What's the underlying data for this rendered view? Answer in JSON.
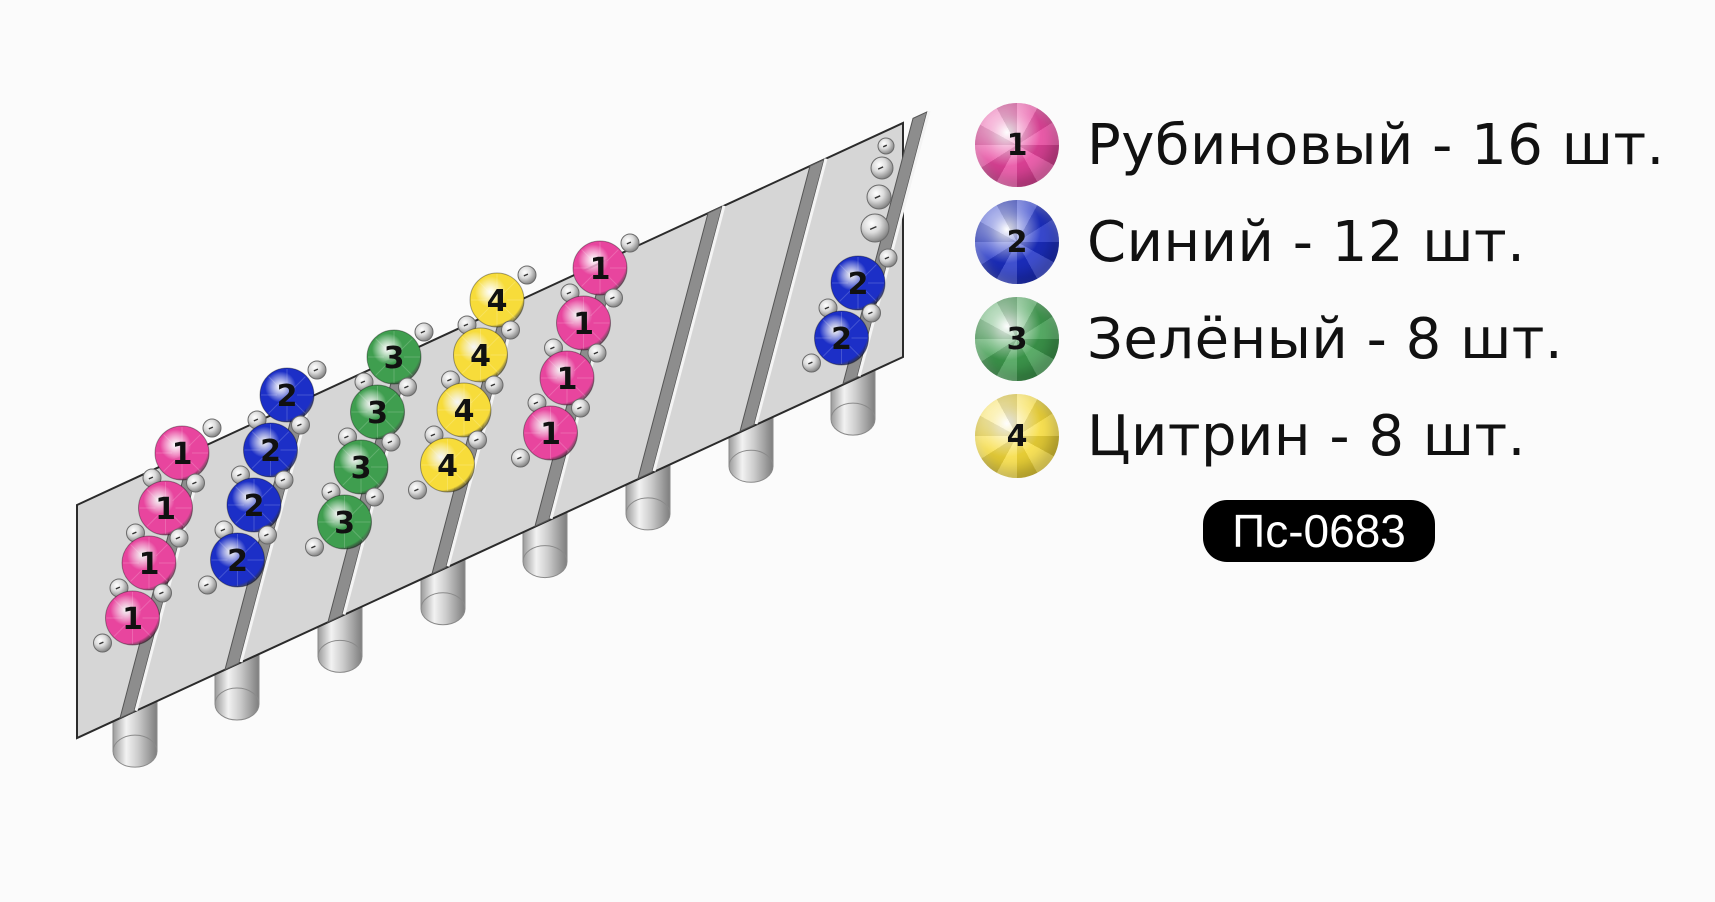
{
  "colors": {
    "ruby": "#e8459e",
    "blue": "#1c2fc7",
    "green": "#3f9e4f",
    "citrine": "#f7dc3a",
    "metal": "#d6d6d6",
    "background": "#fbfbfb"
  },
  "legend": [
    {
      "number": "1",
      "label": "Рубиновый - 16 шт.",
      "color_key": "ruby"
    },
    {
      "number": "2",
      "label": "Синий - 12 шт.",
      "color_key": "blue"
    },
    {
      "number": "3",
      "label": "Зелёный - 8 шт.",
      "color_key": "green"
    },
    {
      "number": "4",
      "label": "Цитрин - 8 шт.",
      "color_key": "citrine"
    }
  ],
  "code": "Пс-0683",
  "strip_columns": [
    {
      "stones": [
        "1",
        "1",
        "1",
        "1"
      ]
    },
    {
      "stones": [
        "2",
        "2",
        "2",
        "2"
      ]
    },
    {
      "stones": [
        "3",
        "3",
        "3",
        "3"
      ]
    },
    {
      "stones": [
        "4",
        "4",
        "4",
        "4"
      ]
    },
    {
      "stones": [
        "1",
        "1",
        "1",
        "1"
      ]
    },
    {
      "stones": [
        "2",
        "2"
      ]
    }
  ]
}
